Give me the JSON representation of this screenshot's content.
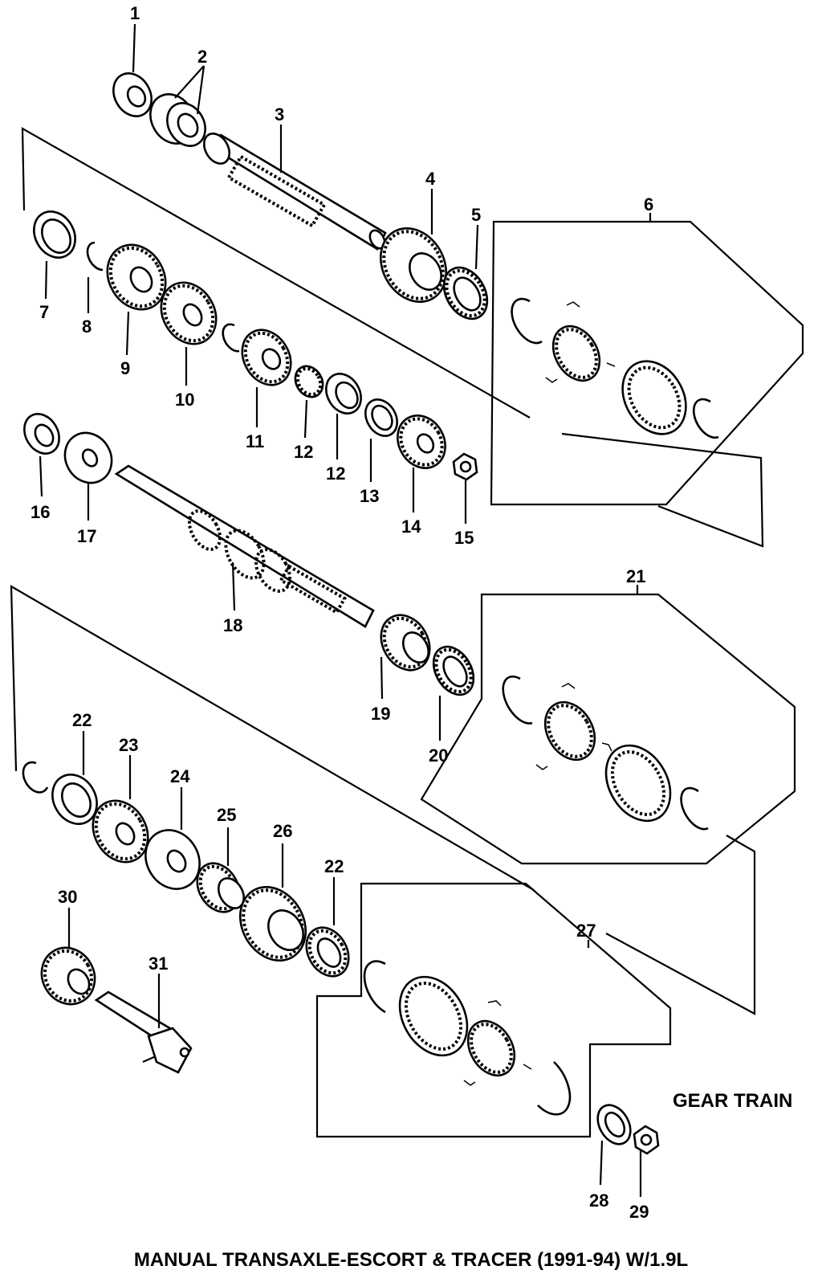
{
  "diagram": {
    "section_title": "GEAR TRAIN",
    "caption": "MANUAL TRANSAXLE-ESCORT & TRACER (1991-94) W/1.9L",
    "callouts": [
      "1",
      "2",
      "3",
      "4",
      "5",
      "6",
      "7",
      "8",
      "9",
      "10",
      "11",
      "12",
      "12",
      "13",
      "14",
      "15",
      "16",
      "17",
      "18",
      "19",
      "20",
      "21",
      "22",
      "23",
      "24",
      "25",
      "26",
      "22",
      "27",
      "28",
      "29",
      "30",
      "31"
    ]
  }
}
